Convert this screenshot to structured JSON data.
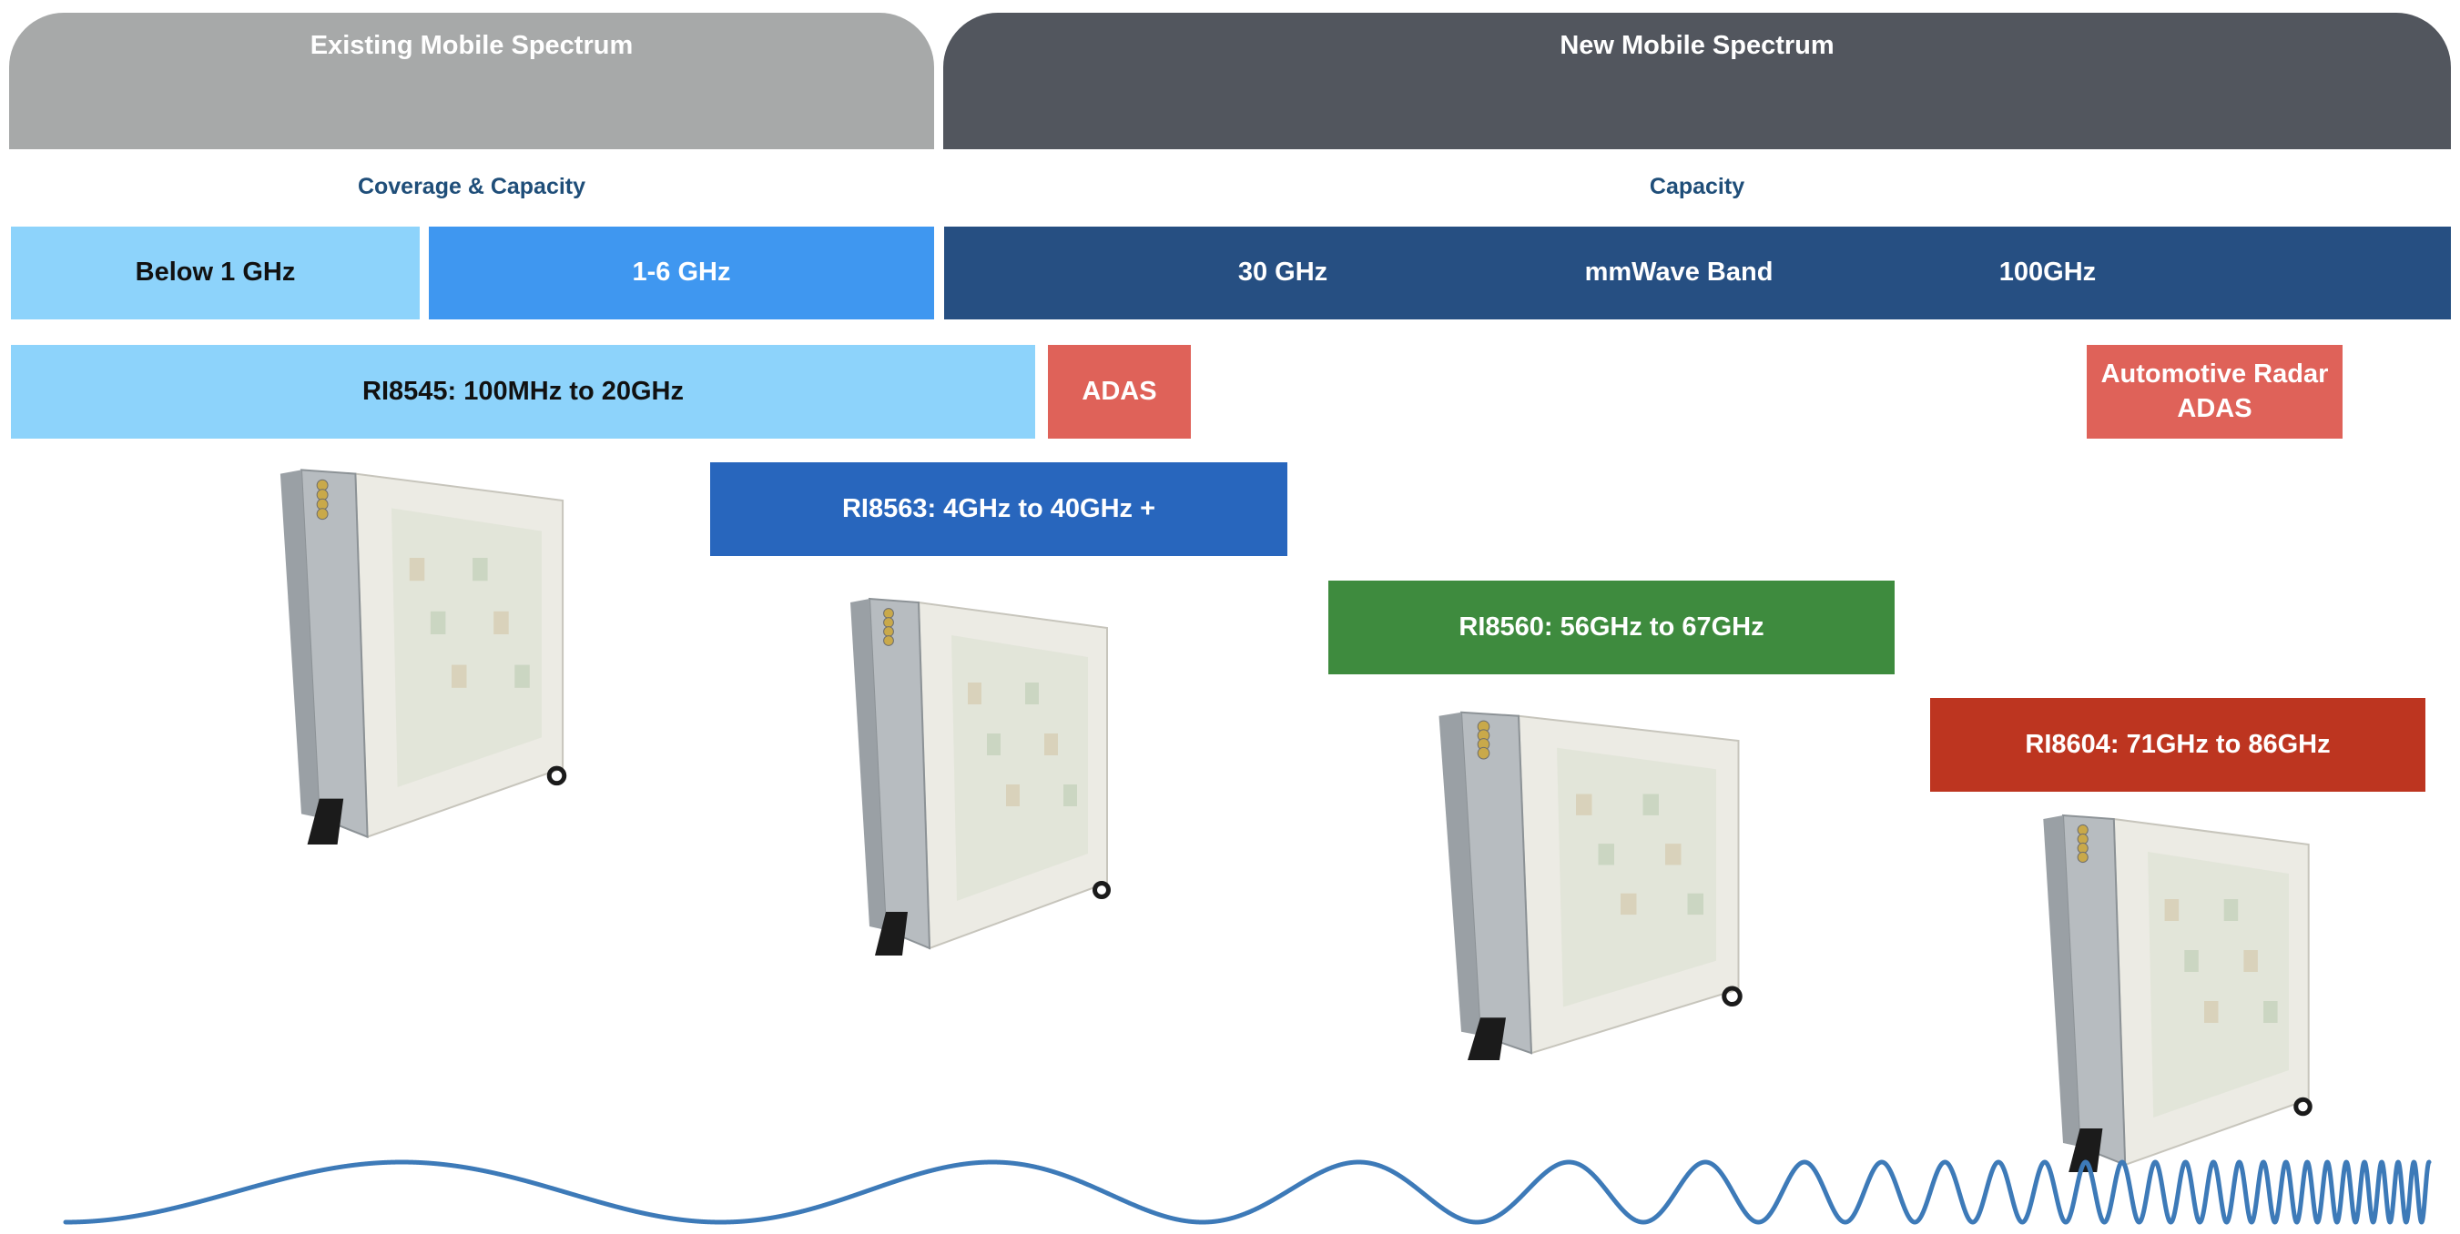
{
  "headers": {
    "existing": "Existing Mobile Spectrum",
    "new": "New Mobile Spectrum"
  },
  "subheaders": {
    "existing": "Coverage & Capacity",
    "new": "Capacity"
  },
  "bands": {
    "below_1": "Below 1 GHz",
    "one_six": "1-6 GHz",
    "thirty": "30 GHz",
    "mmwave": "mmWave Band",
    "hundred": "100GHz"
  },
  "products": {
    "ri8545": "RI8545: 100MHz to 20GHz",
    "ri8563": "RI8563: 4GHz to 40GHz +",
    "ri8560": "RI8560: 56GHz to 67GHz",
    "ri8604": "RI8604: 71GHz to 86GHz"
  },
  "applications": {
    "adas": "ADAS",
    "auto_radar_line1": "Automotive Radar",
    "auto_radar_line2": "ADAS"
  },
  "colors": {
    "existing_header": "#a7a9a9",
    "new_header": "#52565e",
    "band_light": "#8dd3fb",
    "band_mid": "#3f97f0",
    "band_dark": "#264f82",
    "ri8563": "#2866bd",
    "ri8560": "#3e8b3e",
    "ri8604": "#bd3520",
    "adas": "#df6259",
    "wave": "#3d7ab8"
  }
}
